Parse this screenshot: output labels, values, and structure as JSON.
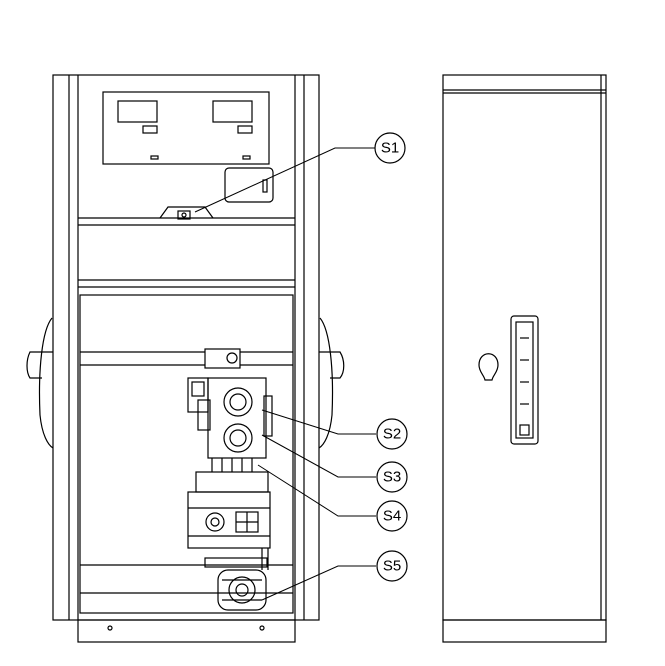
{
  "callouts": {
    "s1": "S1",
    "s2": "S2",
    "s3": "S3",
    "s4": "S4",
    "s5": "S5"
  },
  "colors": {
    "line": "#000000",
    "fill": "#ffffff"
  }
}
